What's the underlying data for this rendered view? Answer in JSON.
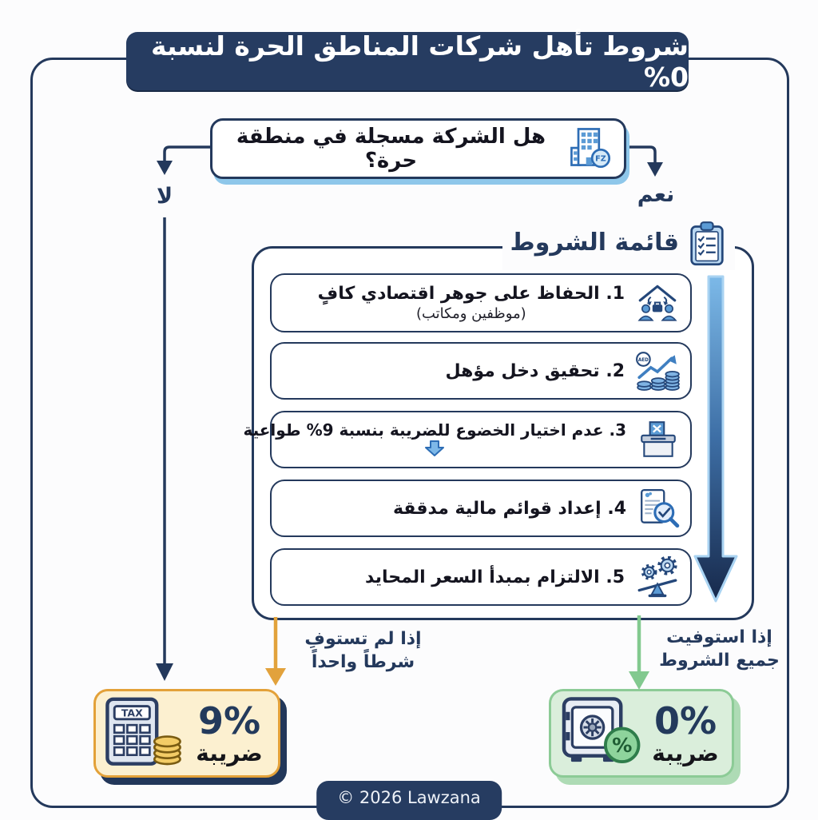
{
  "title": "شروط تأهل شركات المناطق الحرة لنسبة 0%",
  "question": {
    "text": "هل الشركة مسجلة في منطقة حرة؟",
    "badge": "FZ"
  },
  "branch_no": "لا",
  "branch_yes": "نعم",
  "conditions": {
    "header": "قائمة الشروط",
    "items": [
      {
        "text": "1. الحفاظ على جوهر اقتصادي كافٍ",
        "sub": "(موظفين ومكاتب)"
      },
      {
        "text": "2. تحقيق دخل مؤهل"
      },
      {
        "text": "3. عدم اختيار الخضوع للضريبة بنسبة 9% طواعية"
      },
      {
        "text": "4. إعداد قوائم مالية مدققة"
      },
      {
        "text": "5. الالتزام بمبدأ السعر المحايد"
      }
    ]
  },
  "outcome_fail": {
    "hint": "إذا لم تستوفِ\nشرطاً واحداً",
    "rate": "9%",
    "unit": "ضريبة",
    "calc_display": "TAX"
  },
  "outcome_pass": {
    "hint": "إذا استوفيت\nجميع الشروط",
    "rate": "0%",
    "unit": "ضريبة",
    "badge": "%"
  },
  "income_icon_label": "AED",
  "footer": "© 2026 Lawzana",
  "colors": {
    "navy": "#24395c",
    "banner_navy": "#263c61",
    "light_blue_shadow": "#8ec7ea",
    "icon_blue": "#5b9bd5",
    "orange": "#e2a23c",
    "cream_bg": "#fcf0d0",
    "green_arrow": "#82c98f",
    "green_bg": "#daeedb",
    "green_border": "#8ccb96"
  }
}
